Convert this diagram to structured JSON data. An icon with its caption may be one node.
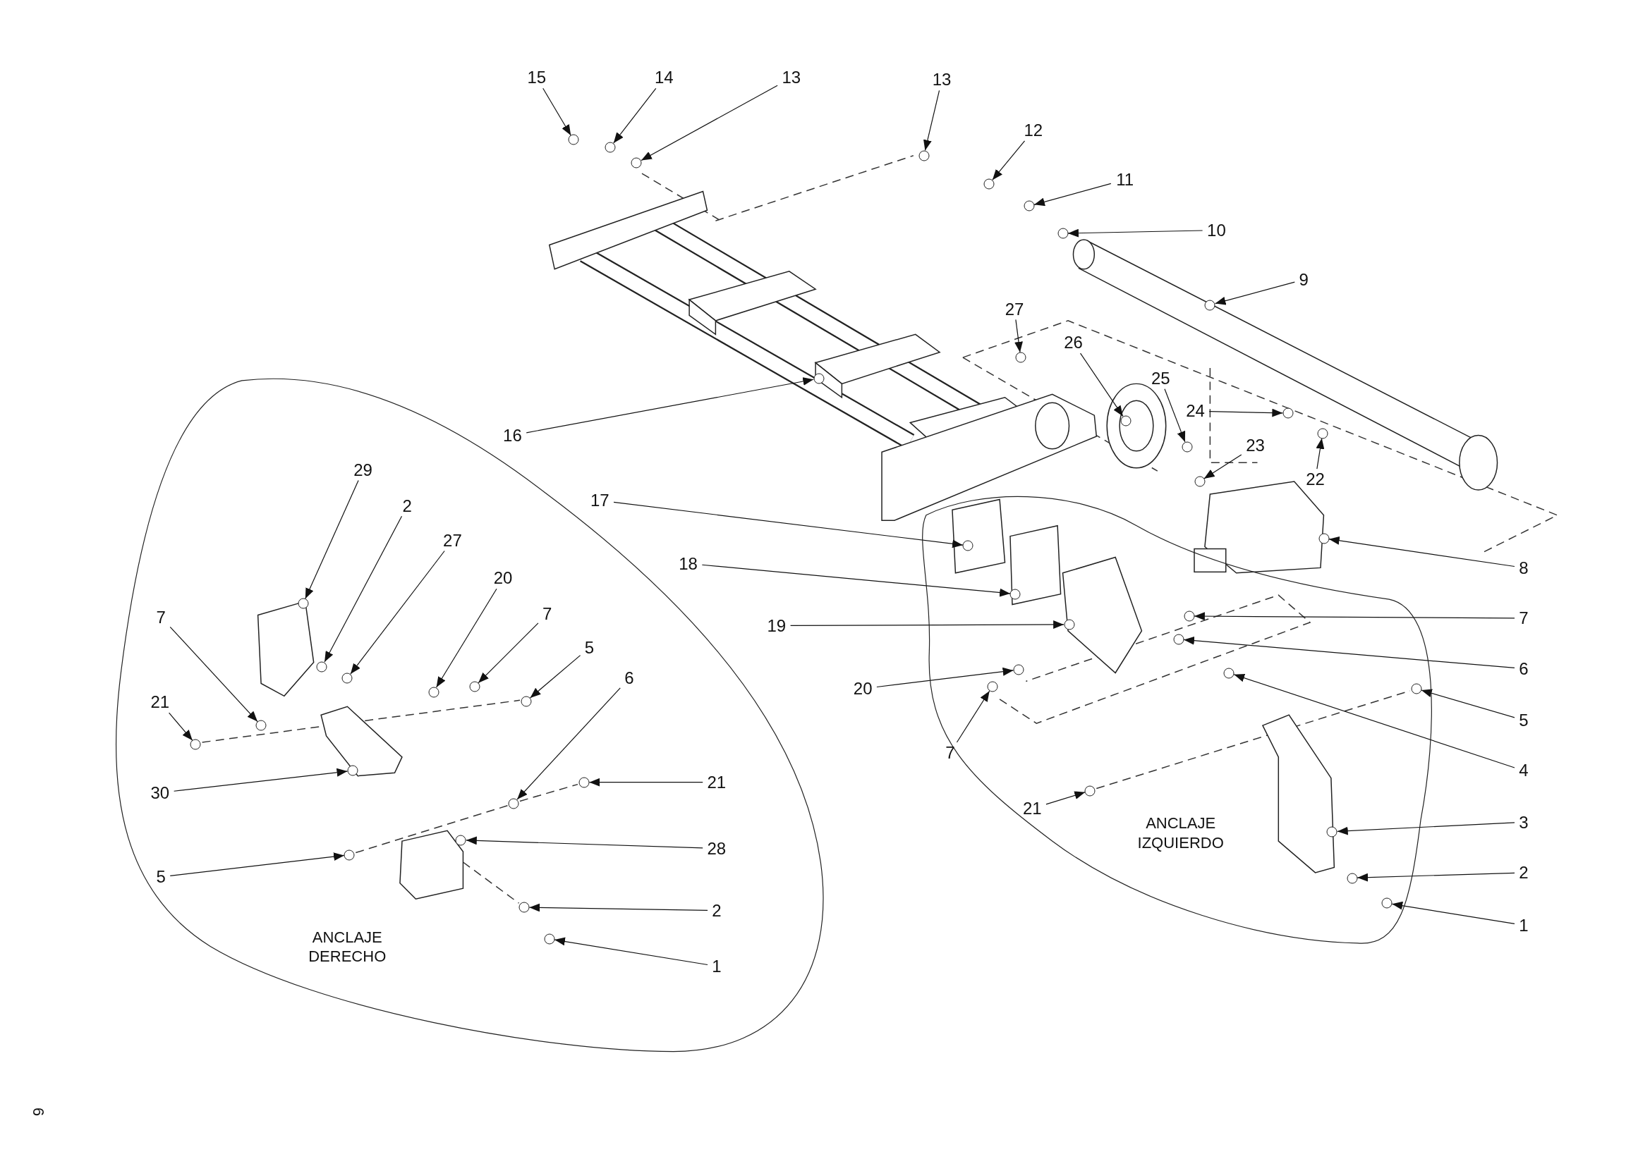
{
  "diagram": {
    "nodes": [
      {
        "text": [
          "15"
        ]
      },
      {
        "text": [
          "14"
        ]
      },
      {
        "text": [
          "13"
        ]
      },
      {
        "text": [
          "13"
        ]
      },
      {
        "text": [
          "12"
        ]
      },
      {
        "text": [
          "11"
        ]
      },
      {
        "text": [
          "10"
        ]
      },
      {
        "text": [
          "9"
        ]
      },
      {
        "text": [
          "27"
        ]
      },
      {
        "text": [
          "26"
        ]
      },
      {
        "text": [
          "25"
        ]
      },
      {
        "text": [
          "24"
        ]
      },
      {
        "text": [
          "23"
        ]
      },
      {
        "text": [
          "22"
        ]
      },
      {
        "text": [
          "16"
        ]
      },
      {
        "text": [
          "ANCLAJE DERECHO"
        ]
      },
      {
        "text": [
          "29"
        ],
        "in": 15
      },
      {
        "text": [
          "2"
        ],
        "in": 15
      },
      {
        "text": [
          "27"
        ],
        "in": 15
      },
      {
        "text": [
          "20"
        ],
        "in": 15
      },
      {
        "text": [
          "7"
        ],
        "in": 15
      },
      {
        "text": [
          "5"
        ],
        "in": 15
      },
      {
        "text": [
          "7"
        ],
        "in": 15
      },
      {
        "text": [
          "21"
        ],
        "in": 15
      },
      {
        "text": [
          "30"
        ],
        "in": 15
      },
      {
        "text": [
          "6"
        ],
        "in": 15
      },
      {
        "text": [
          "21"
        ],
        "in": 15
      },
      {
        "text": [
          "28"
        ],
        "in": 15
      },
      {
        "text": [
          "5"
        ],
        "in": 15
      },
      {
        "text": [
          "2"
        ],
        "in": 15
      },
      {
        "text": [
          "1"
        ],
        "in": 15
      },
      {
        "text": [
          "17"
        ]
      },
      {
        "text": [
          "18"
        ]
      },
      {
        "text": [
          "19"
        ]
      },
      {
        "text": [
          "8"
        ]
      },
      {
        "text": [
          "ANCLAJE IZQUIERDO"
        ]
      },
      {
        "text": [
          "7"
        ]
      },
      {
        "text": [
          "6"
        ]
      },
      {
        "text": [
          "20"
        ]
      },
      {
        "text": [
          "7"
        ],
        "in": 35
      },
      {
        "text": [
          "5"
        ]
      },
      {
        "text": [
          "4"
        ]
      },
      {
        "text": [
          "21"
        ],
        "in": 35
      },
      {
        "text": [
          "3"
        ]
      },
      {
        "text": [
          "2"
        ]
      },
      {
        "text": [
          "1"
        ]
      },
      {
        "text": [],
        "shape": "circle"
      },
      {
        "text": [],
        "shape": "circle"
      },
      {
        "text": [],
        "shape": "circle"
      },
      {
        "text": [],
        "shape": "circle"
      },
      {
        "text": [],
        "shape": "circle"
      },
      {
        "text": [],
        "shape": "circle"
      },
      {
        "text": [],
        "shape": "circle"
      },
      {
        "text": [],
        "shape": "circle"
      },
      {
        "text": [],
        "shape": "circle"
      },
      {
        "text": [],
        "shape": "circle"
      },
      {
        "text": [],
        "shape": "circle"
      },
      {
        "text": [],
        "shape": "circle"
      },
      {
        "text": [],
        "shape": "circle"
      },
      {
        "text": [],
        "shape": "circle"
      },
      {
        "text": [],
        "shape": "circle"
      },
      {
        "text": [],
        "shape": "circle",
        "in": 15
      },
      {
        "text": [],
        "shape": "circle",
        "in": 15
      },
      {
        "text": [],
        "shape": "circle",
        "in": 15
      },
      {
        "text": [],
        "shape": "circle",
        "in": 15
      },
      {
        "text": [],
        "shape": "circle",
        "in": 15
      },
      {
        "text": [],
        "shape": "circle",
        "in": 15
      },
      {
        "text": [],
        "shape": "circle",
        "in": 15
      },
      {
        "text": [],
        "shape": "circle",
        "in": 15
      },
      {
        "text": [],
        "shape": "circle",
        "in": 15
      },
      {
        "text": [],
        "shape": "circle",
        "in": 15
      },
      {
        "text": [],
        "shape": "circle",
        "in": 15
      },
      {
        "text": [],
        "shape": "circle",
        "in": 15
      },
      {
        "text": [],
        "shape": "circle",
        "in": 15
      },
      {
        "text": [],
        "shape": "circle",
        "in": 15
      },
      {
        "text": [],
        "shape": "circle",
        "in": 15
      },
      {
        "text": [],
        "shape": "circle",
        "in": 35
      },
      {
        "text": [],
        "shape": "circle",
        "in": 35
      },
      {
        "text": [],
        "shape": "circle",
        "in": 35
      },
      {
        "text": [],
        "shape": "circle"
      },
      {
        "text": [],
        "shape": "circle",
        "in": 35
      },
      {
        "text": [],
        "shape": "circle",
        "in": 35
      },
      {
        "text": [],
        "shape": "circle",
        "in": 35
      },
      {
        "text": [],
        "shape": "circle",
        "in": 35
      },
      {
        "text": [],
        "shape": "circle",
        "in": 35
      },
      {
        "text": [],
        "shape": "circle",
        "in": 35
      },
      {
        "text": [],
        "shape": "circle",
        "in": 35
      },
      {
        "text": [],
        "shape": "circle",
        "in": 35
      },
      {
        "text": [],
        "shape": "circle",
        "in": 35
      },
      {
        "text": [],
        "shape": "circle",
        "in": 35
      }
    ],
    "edges": [
      {
        "from": 0,
        "to": 46,
        "arrow": "to"
      },
      {
        "from": 1,
        "to": 47,
        "arrow": "to"
      },
      {
        "from": 2,
        "to": 48,
        "arrow": "to"
      },
      {
        "from": 3,
        "to": 49,
        "arrow": "to"
      },
      {
        "from": 4,
        "to": 50,
        "arrow": "to"
      },
      {
        "from": 5,
        "to": 51,
        "arrow": "to"
      },
      {
        "from": 6,
        "to": 52,
        "arrow": "to"
      },
      {
        "from": 7,
        "to": 53,
        "arrow": "to"
      },
      {
        "from": 8,
        "to": 54,
        "arrow": "to"
      },
      {
        "from": 9,
        "to": 55,
        "arrow": "to"
      },
      {
        "from": 10,
        "to": 56,
        "arrow": "to"
      },
      {
        "from": 11,
        "to": 57,
        "arrow": "to"
      },
      {
        "from": 12,
        "to": 58,
        "arrow": "to"
      },
      {
        "from": 13,
        "to": 59,
        "arrow": "to"
      },
      {
        "from": 14,
        "to": 60,
        "arrow": "to"
      },
      {
        "from": 16,
        "to": 61,
        "arrow": "to"
      },
      {
        "from": 17,
        "to": 62,
        "arrow": "to"
      },
      {
        "from": 18,
        "to": 63,
        "arrow": "to"
      },
      {
        "from": 19,
        "to": 64,
        "arrow": "to"
      },
      {
        "from": 20,
        "to": 65,
        "arrow": "to"
      },
      {
        "from": 21,
        "to": 66,
        "arrow": "to"
      },
      {
        "from": 22,
        "to": 67,
        "arrow": "to"
      },
      {
        "from": 23,
        "to": 68,
        "arrow": "to"
      },
      {
        "from": 24,
        "to": 69,
        "arrow": "to"
      },
      {
        "from": 25,
        "to": 70,
        "arrow": "to"
      },
      {
        "from": 26,
        "to": 71,
        "arrow": "to"
      },
      {
        "from": 27,
        "to": 72,
        "arrow": "to"
      },
      {
        "from": 28,
        "to": 73,
        "arrow": "to"
      },
      {
        "from": 29,
        "to": 74,
        "arrow": "to"
      },
      {
        "from": 30,
        "to": 75,
        "arrow": "to"
      },
      {
        "from": 31,
        "to": 76,
        "arrow": "to"
      },
      {
        "from": 32,
        "to": 77,
        "arrow": "to"
      },
      {
        "from": 33,
        "to": 78,
        "arrow": "to"
      },
      {
        "from": 34,
        "to": 79,
        "arrow": "to"
      },
      {
        "from": 36,
        "to": 80,
        "arrow": "to"
      },
      {
        "from": 37,
        "to": 81,
        "arrow": "to"
      },
      {
        "from": 38,
        "to": 82,
        "arrow": "to"
      },
      {
        "from": 39,
        "to": 83,
        "arrow": "to"
      },
      {
        "from": 40,
        "to": 84,
        "arrow": "to"
      },
      {
        "from": 41,
        "to": 85,
        "arrow": "to"
      },
      {
        "from": 42,
        "to": 86,
        "arrow": "to"
      },
      {
        "from": 43,
        "to": 87,
        "arrow": "to"
      },
      {
        "from": 44,
        "to": 88,
        "arrow": "to"
      },
      {
        "from": 45,
        "to": 89,
        "arrow": "to"
      }
    ],
    "labels": [
      "6"
    ]
  }
}
